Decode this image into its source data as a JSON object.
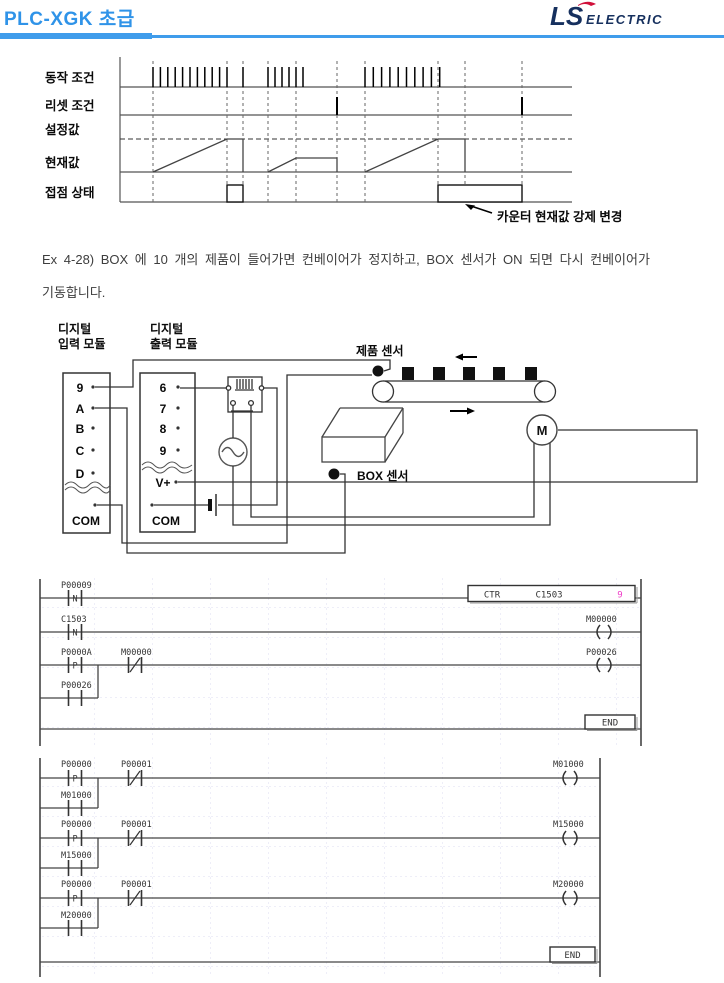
{
  "header": {
    "title": "PLC-XGK 초급",
    "logo_ls": "LS",
    "logo_electric": "ELECTRIC",
    "accent_blue": "#2f93e8",
    "logo_navy": "#16305e",
    "logo_red": "#d0103a"
  },
  "timing": {
    "rows": [
      "동작 조건",
      "리셋 조건",
      "설정값",
      "현재값",
      "접점 상태"
    ],
    "annotation": "카운터 현재값 강제 변경"
  },
  "example": {
    "line1": "Ex 4-28) BOX 에 10 개의 제품이 들어가면 컨베이어가 정지하고, BOX 센서가 ON 되면 다시 컨베이어가",
    "line2": "기동합니다."
  },
  "wiring": {
    "input_module_label_1": "디지털",
    "input_module_label_2": "입력 모듈",
    "output_module_label_1": "디지털",
    "output_module_label_2": "출력 모듈",
    "input_terminals": [
      "9",
      "A",
      "B",
      "C",
      "D"
    ],
    "input_com": "COM",
    "output_terminals": [
      "6",
      "7",
      "8",
      "9"
    ],
    "output_vplus": "V+",
    "output_com": "COM",
    "product_sensor_label": "제품 센서",
    "box_sensor_label": "BOX 센서",
    "motor_label": "M"
  },
  "ladder1": {
    "rung1": {
      "contact": "P00009",
      "contact_type": "N",
      "block": {
        "op": "CTR",
        "operand": "C1503",
        "preset": "9",
        "preset_color": "#f03cc8"
      }
    },
    "rung2": {
      "contact": "C1503",
      "contact_type": "N",
      "coil": "M00000"
    },
    "rung3": {
      "contact1": "P0000A",
      "contact1_type": "P",
      "contact2": "M00000",
      "branch": "P00026",
      "coil": "P00026"
    },
    "end_label": "END"
  },
  "ladder2": {
    "rungs": [
      {
        "contact1": "P00000",
        "contact1_type": "P",
        "contact2": "P00001",
        "branch": "M01000",
        "coil": "M01000"
      },
      {
        "contact1": "P00000",
        "contact1_type": "P",
        "contact2": "P00001",
        "branch": "M15000",
        "coil": "M15000"
      },
      {
        "contact1": "P00000",
        "contact1_type": "P",
        "contact2": "P00001",
        "branch": "M20000",
        "coil": "M20000"
      }
    ],
    "end_label": "END"
  }
}
